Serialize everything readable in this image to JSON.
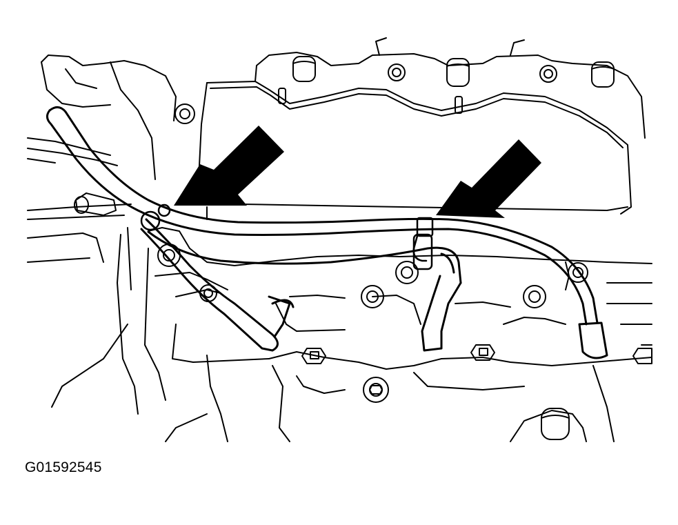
{
  "figure": {
    "id_label": "G01592545"
  },
  "colors": {
    "line": "#000000",
    "background": "#ffffff"
  },
  "callouts": [
    {
      "name": "arrow-left",
      "points_to": "hose-connector-left"
    },
    {
      "name": "arrow-right",
      "points_to": "hose-fitting-right"
    }
  ]
}
